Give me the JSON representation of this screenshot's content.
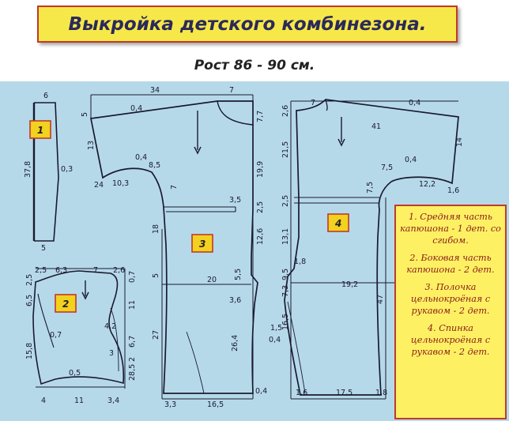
{
  "title": "Выкройка детского комбинезона.",
  "subtitle": "Рост  86 - 90 см.",
  "piece_labels": [
    "1",
    "2",
    "3",
    "4"
  ],
  "legend": [
    "1. Средняя часть капюшона - 1 дет. со сгибом.",
    "2. Боковая часть капюшона - 2 дет.",
    "3. Полочка цельнокроёная с рукавом - 2 дет.",
    "4. Спинка цельнокроёная с рукавом - 2 дет."
  ],
  "measurements": {
    "p1": [
      "6",
      "37,8",
      "0,3",
      "5"
    ],
    "p2": [
      "2,5",
      "6,3",
      "7",
      "2,6",
      "2,5",
      "0,7",
      "6,5",
      "11",
      "0,7",
      "4,2",
      "15,8",
      "6,7",
      "3",
      "2",
      "0,5",
      "28,5",
      "4",
      "11",
      "3,4"
    ],
    "p3": [
      "34",
      "7",
      "0,4",
      "5",
      "7,7",
      "13",
      "0,4",
      "8,5",
      "24",
      "10,3",
      "7",
      "19,9",
      "3,5",
      "2,5",
      "18",
      "12,6",
      "5",
      "20",
      "5,5",
      "3,6",
      "27",
      "26,4",
      "3,3",
      "16,5",
      "0,4"
    ],
    "p4": [
      "7",
      "0,4",
      "2,6",
      "41",
      "21,5",
      "14",
      "7,5",
      "0,4",
      "7,5",
      "12,2",
      "1,6",
      "2,5",
      "13,1",
      "1,8",
      "9,5",
      "19,2",
      "7,3",
      "16,5",
      "47",
      "1,5",
      "0,4",
      "1,6",
      "17,5",
      "1,8"
    ]
  },
  "colors": {
    "sheet": "#b6d9ea",
    "title_fill": "#f7e84a",
    "frame_red": "#c0392b",
    "label_fill": "#f3d11f",
    "legend_text": "#8b1a1a",
    "line": "#1a1a2e"
  }
}
